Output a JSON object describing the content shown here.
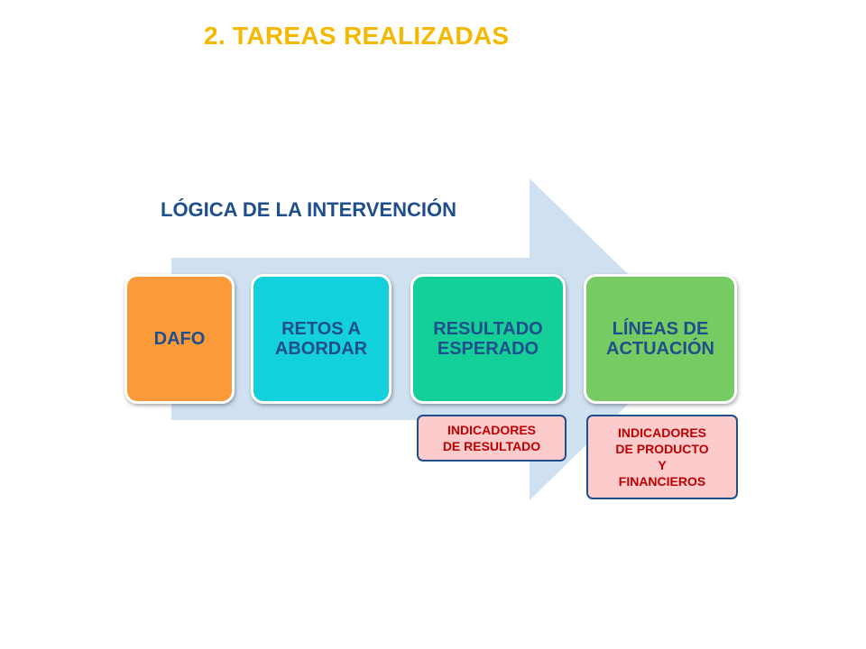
{
  "slide": {
    "title": "2. TAREAS REALIZADAS"
  },
  "diagram": {
    "logic_title": "LÓGICA DE LA INTERVENCIÓN",
    "steps": [
      {
        "label": "DAFO",
        "color": "#fb9a38"
      },
      {
        "label": "RETOS A\nABORDAR",
        "color": "#13d0dd"
      },
      {
        "label": "RESULTADO\nESPERADO",
        "color": "#15cf98"
      },
      {
        "label": "LÍNEAS DE\nACTUACIÓN",
        "color": "#77cb63"
      }
    ],
    "indicators": [
      {
        "label": "INDICADORES\nDE RESULTADO"
      },
      {
        "label": "INDICADORES\nDE PRODUCTO\nY\nFINANCIEROS"
      }
    ],
    "colors": {
      "title": "#f5b800",
      "arrow": "#cfe0f1",
      "text": "#1f4e8c",
      "indicator_text": "#c00000",
      "indicator_fill": "#fccccc"
    }
  }
}
